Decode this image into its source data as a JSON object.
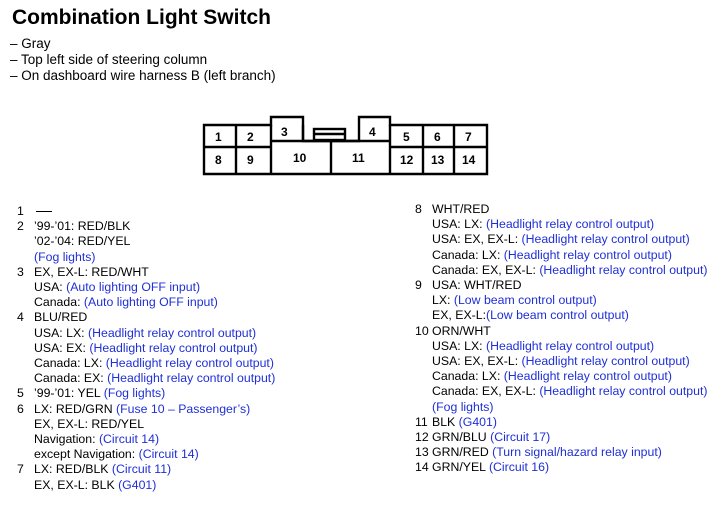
{
  "title": "Combination Light Switch",
  "notes": [
    "– Gray",
    "– Top left side of steering column",
    "– On dashboard wire harness B (left branch)"
  ],
  "connector": {
    "cells": [
      "1",
      "2",
      "3",
      "4",
      "5",
      "6",
      "7",
      "8",
      "9",
      "10",
      "11",
      "12",
      "13",
      "14"
    ]
  },
  "pins_left": [
    {
      "num": "1",
      "lines": [
        [
          {
            "t": "—",
            "dash": true
          }
        ]
      ]
    },
    {
      "num": "2",
      "lines": [
        [
          {
            "t": "’99-’01: RED/BLK"
          }
        ],
        [
          {
            "t": "’02-’04: RED/YEL"
          }
        ],
        [
          {
            "t": "(Fog lights)",
            "b": true
          }
        ]
      ]
    },
    {
      "num": "3",
      "lines": [
        [
          {
            "t": "EX, EX-L: RED/WHT"
          }
        ],
        [
          {
            "t": "USA: "
          },
          {
            "t": "(Auto lighting OFF input)",
            "b": true
          }
        ],
        [
          {
            "t": "Canada: "
          },
          {
            "t": "(Auto lighting OFF input)",
            "b": true
          }
        ]
      ]
    },
    {
      "num": "4",
      "lines": [
        [
          {
            "t": "BLU/RED"
          }
        ],
        [
          {
            "t": "USA: LX: "
          },
          {
            "t": "(Headlight relay control output)",
            "b": true
          }
        ],
        [
          {
            "t": "USA: EX: "
          },
          {
            "t": "(Headlight relay control output)",
            "b": true
          }
        ],
        [
          {
            "t": "Canada: LX: "
          },
          {
            "t": "(Headlight relay control output)",
            "b": true
          }
        ],
        [
          {
            "t": "Canada: EX: "
          },
          {
            "t": "(Headlight relay control output)",
            "b": true
          }
        ]
      ]
    },
    {
      "num": "5",
      "lines": [
        [
          {
            "t": "’99-’01: YEL "
          },
          {
            "t": "(Fog lights)",
            "b": true
          }
        ]
      ]
    },
    {
      "num": "6",
      "lines": [
        [
          {
            "t": "LX: RED/GRN "
          },
          {
            "t": "(Fuse 10 – Passenger’s)",
            "b": true
          }
        ],
        [
          {
            "t": "EX, EX-L: RED/YEL"
          }
        ],
        [
          {
            "t": "Navigation: "
          },
          {
            "t": "(Circuit 14)",
            "b": true
          }
        ],
        [
          {
            "t": "except Navigation: "
          },
          {
            "t": "(Circuit 14)",
            "b": true
          }
        ]
      ]
    },
    {
      "num": "7",
      "lines": [
        [
          {
            "t": "LX: RED/BLK "
          },
          {
            "t": "(Circuit 11)",
            "b": true
          }
        ],
        [
          {
            "t": "EX, EX-L: BLK "
          },
          {
            "t": "(G401)",
            "b": true
          }
        ]
      ]
    }
  ],
  "pins_right": [
    {
      "num": "8",
      "lines": [
        [
          {
            "t": "WHT/RED"
          }
        ],
        [
          {
            "t": "USA: LX: "
          },
          {
            "t": "(Headlight relay control output)",
            "b": true
          }
        ],
        [
          {
            "t": "USA: EX, EX-L: "
          },
          {
            "t": "(Headlight relay control output)",
            "b": true
          }
        ],
        [
          {
            "t": "Canada: LX: "
          },
          {
            "t": "(Headlight relay control output)",
            "b": true
          }
        ],
        [
          {
            "t": "Canada: EX, EX-L: "
          },
          {
            "t": "(Headlight relay control output)",
            "b": true
          }
        ]
      ]
    },
    {
      "num": "9",
      "lines": [
        [
          {
            "t": "USA: WHT/RED"
          }
        ],
        [
          {
            "t": "LX: "
          },
          {
            "t": "(Low beam control output)",
            "b": true
          }
        ],
        [
          {
            "t": "EX, EX-L:"
          },
          {
            "t": "(Low beam control output)",
            "b": true
          }
        ]
      ]
    },
    {
      "num": "10",
      "lines": [
        [
          {
            "t": "ORN/WHT"
          }
        ],
        [
          {
            "t": "USA: LX: "
          },
          {
            "t": "(Headlight relay control output)",
            "b": true
          }
        ],
        [
          {
            "t": "USA: EX, EX-L: "
          },
          {
            "t": "(Headlight relay control output)",
            "b": true
          }
        ],
        [
          {
            "t": "Canada: LX: "
          },
          {
            "t": "(Headlight relay control output)",
            "b": true
          }
        ],
        [
          {
            "t": "Canada: EX, EX-L: "
          },
          {
            "t": "(Headlight relay control output)",
            "b": true
          }
        ],
        [
          {
            "t": "(Fog lights)",
            "b": true
          }
        ]
      ]
    },
    {
      "num": "11",
      "lines": [
        [
          {
            "t": "BLK "
          },
          {
            "t": "(G401)",
            "b": true
          }
        ]
      ]
    },
    {
      "num": "12",
      "lines": [
        [
          {
            "t": "GRN/BLU "
          },
          {
            "t": "(Circuit 17)",
            "b": true
          }
        ]
      ]
    },
    {
      "num": "13",
      "lines": [
        [
          {
            "t": "GRN/RED "
          },
          {
            "t": "(Turn signal/hazard relay input)",
            "b": true
          }
        ]
      ]
    },
    {
      "num": "14",
      "lines": [
        [
          {
            "t": "GRN/YEL "
          },
          {
            "t": "(Circuit 16)",
            "b": true
          }
        ]
      ]
    }
  ]
}
